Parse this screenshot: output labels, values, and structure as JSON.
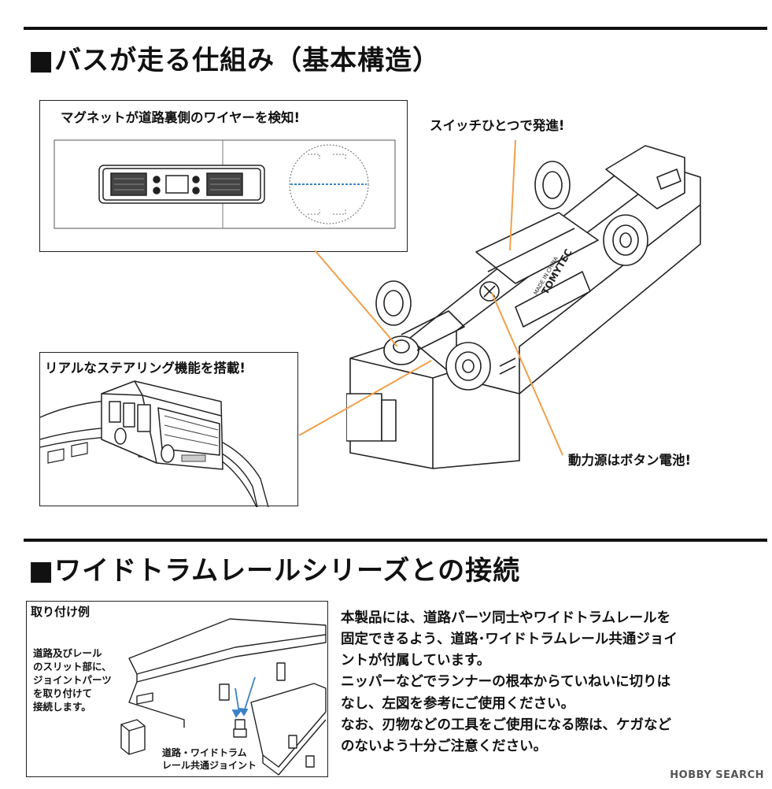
{
  "section1": {
    "title": "■バスが走る仕組み（基本構造）",
    "callout_magnet": "マグネットが道路裏側のワイヤーを検知!",
    "callout_switch": "スイッチひとつで発進!",
    "callout_steering": "リアルなステアリング機能を搭載!",
    "callout_power": "動力源はボタン電池!",
    "chassis_brand": "TOMYTEC",
    "chassis_made": "MADE IN CHINA"
  },
  "section2": {
    "title": "■ワイドトラムレールシリーズとの接続",
    "example_title": "取り付け例",
    "example_note": [
      "道路及びレール",
      "のスリット部に、",
      "ジョイントパーツ",
      "を取り付けて",
      "接続します。"
    ],
    "joint_label": [
      "道路・ワイドトラム",
      "レール共通ジョイント"
    ],
    "description": [
      "本製品には、道路パーツ同士やワイドトラムレールを",
      "固定できるよう、道路･ワイドトラムレール共通ジョイ",
      "ントが付属しています。",
      "ニッパーなどでランナーの根本からていねいに切りは",
      "なし、左図を参考にご使用ください。",
      "なお、刃物などの工具をご使用になる際は、ケガなど",
      "のないよう十分ご注意ください。"
    ]
  },
  "watermark": "HOBBY SEARCH",
  "colors": {
    "accent": "#f0a04b",
    "ink": "#111111",
    "wire": "#3b82c4"
  }
}
